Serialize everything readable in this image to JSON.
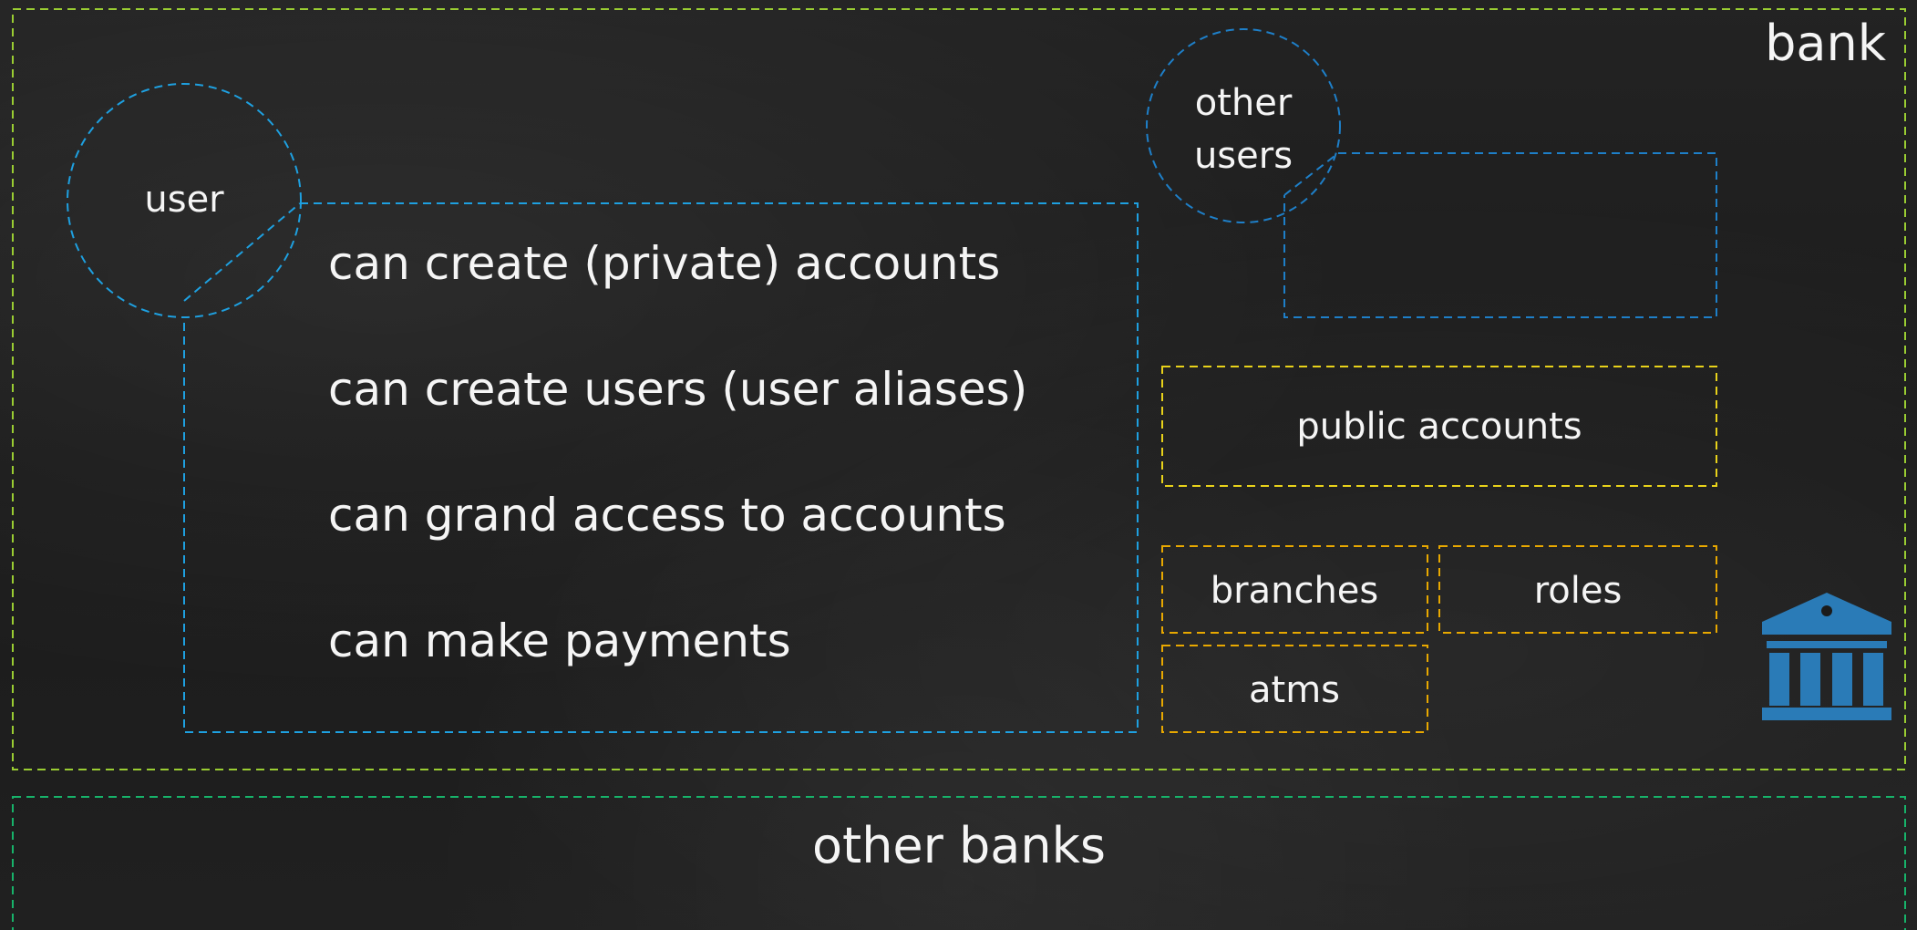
{
  "diagram": {
    "bank_label": "bank",
    "user_label": "user",
    "other_users_label": "other users",
    "user_capabilities": [
      "can create (private) accounts",
      "can create users (user aliases)",
      "can grand access to accounts",
      "can make payments"
    ],
    "public_accounts_label": "public accounts",
    "branches_label": "branches",
    "roles_label": "roles",
    "atms_label": "atms",
    "other_banks_label": "other banks",
    "icon": "bank-building-icon"
  },
  "colors": {
    "background": "#1f1f1f",
    "text": "#f5f5f5",
    "bank_border": "#9acd32",
    "user_border": "#1ea0e0",
    "other_users_border": "#1e7fc8",
    "public_accounts_border": "#e8d21a",
    "branches_border": "#e8a800",
    "other_banks_border": "#17b36a",
    "bank_icon": "#2a7bb7"
  }
}
